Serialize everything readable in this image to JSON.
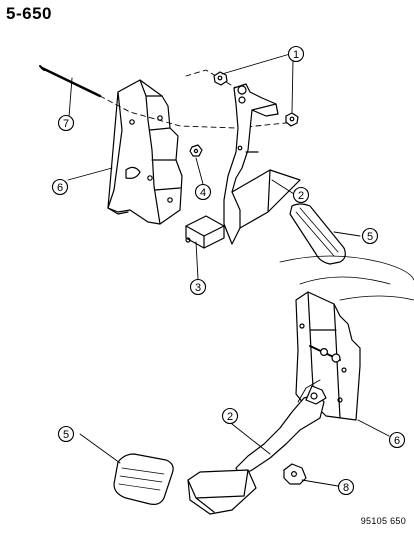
{
  "header": {
    "page_number": "5-650"
  },
  "footer": {
    "diagram_code": "95105 650"
  },
  "callouts": [
    {
      "id": "callout-1",
      "label": "1"
    },
    {
      "id": "callout-2-upper",
      "label": "2"
    },
    {
      "id": "callout-3",
      "label": "3"
    },
    {
      "id": "callout-4",
      "label": "4"
    },
    {
      "id": "callout-5-upper",
      "label": "5"
    },
    {
      "id": "callout-6-upper",
      "label": "6"
    },
    {
      "id": "callout-7",
      "label": "7"
    },
    {
      "id": "callout-2-lower",
      "label": "2"
    },
    {
      "id": "callout-5-lower",
      "label": "5"
    },
    {
      "id": "callout-6-lower",
      "label": "6"
    },
    {
      "id": "callout-8",
      "label": "8"
    }
  ]
}
